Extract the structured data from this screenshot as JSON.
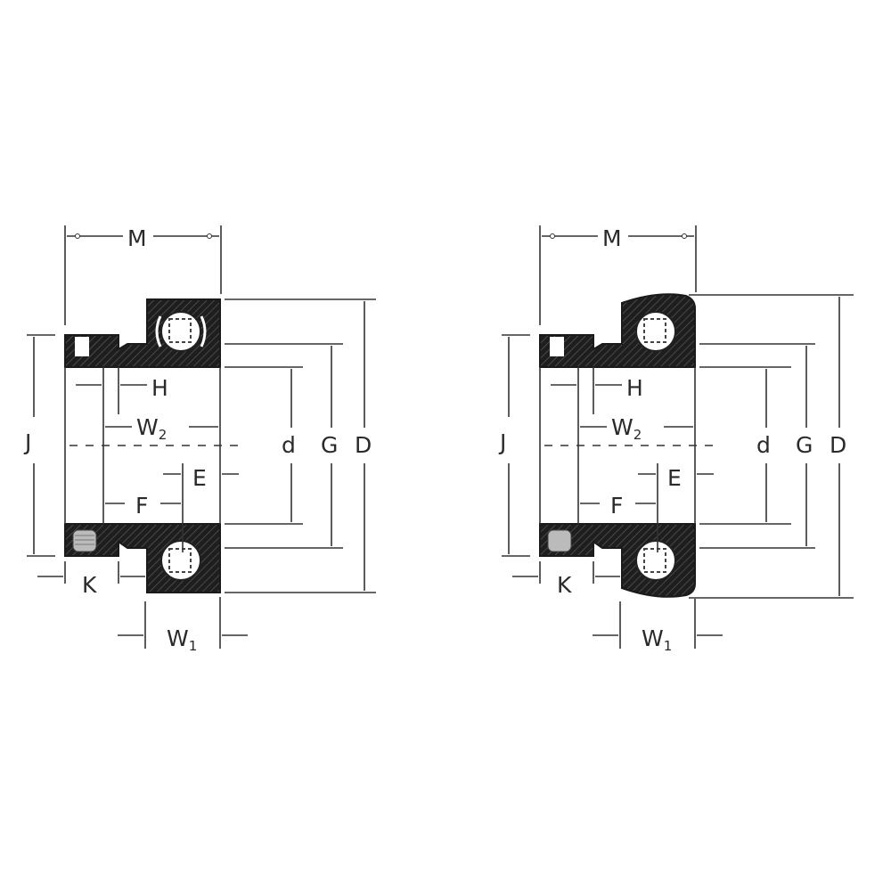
{
  "diagram": {
    "type": "engineering-drawing",
    "subject": "Insert ball bearing cross-sections with dimension callouts",
    "colors": {
      "ink": "#2a2a2a",
      "hatch_fill": "#1e1e1e",
      "background": "#ffffff"
    },
    "views": [
      {
        "id": "left",
        "variant": "flat outer ring",
        "labels": {
          "M": "M",
          "H": "H",
          "W2": "W",
          "W2_sub": "2",
          "J": "J",
          "d": "d",
          "G": "G",
          "D": "D",
          "E": "E",
          "F": "F",
          "K": "K",
          "W1": "W",
          "W1_sub": "1"
        }
      },
      {
        "id": "right",
        "variant": "spherical outer ring",
        "labels": {
          "M": "M",
          "H": "H",
          "W2": "W",
          "W2_sub": "2",
          "J": "J",
          "d": "d",
          "G": "G",
          "D": "D",
          "E": "E",
          "F": "F",
          "K": "K",
          "W1": "W",
          "W1_sub": "1"
        }
      }
    ]
  }
}
